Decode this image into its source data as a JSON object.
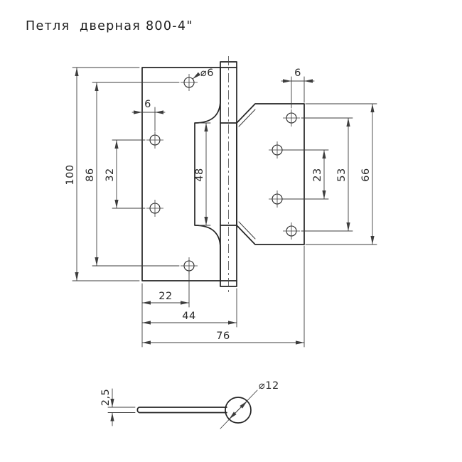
{
  "title": "Петля  дверная 800-4\"",
  "dimensions": {
    "front": {
      "total_height": "100",
      "outer_hole_spacing": "86",
      "middle_hole_spacing": "32",
      "cutout_height": "48",
      "left_hole_edge_offset": "6",
      "screw_hole_diameter": "⌀6",
      "right_hole_edge_offset": "6",
      "right_middle_hole_spacing": "23",
      "right_outer_hole_spacing": "53",
      "right_leaf_height": "66",
      "edge_to_screw_column": "22",
      "left_leaf_width": "44",
      "total_width": "76"
    },
    "side": {
      "plate_thickness": "2,5",
      "barrel_diameter": "⌀12"
    }
  },
  "colors": {
    "background": "#ffffff",
    "outline": "#242424",
    "dimension_lines": "#3d3d3d",
    "text": "#2b2b2b"
  }
}
